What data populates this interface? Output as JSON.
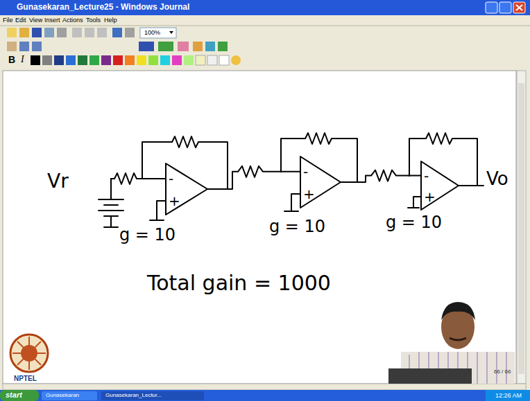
{
  "diagram": {
    "nodes": [
      {
        "text": [
          "-",
          "+"
        ]
      },
      {
        "text": [
          "-",
          "+"
        ]
      },
      {
        "text": [
          "-",
          "+"
        ]
      }
    ],
    "edges": [
      {
        "from": 0,
        "to": 1,
        "arrow": "none"
      },
      {
        "from": 1,
        "to": 2,
        "arrow": "none"
      }
    ],
    "labels": [
      "Gunasekaran_Lecture25 - Windows Journal",
      "File",
      "Edit",
      "View",
      "Insert",
      "Actions",
      "Tools",
      "Help",
      "100%",
      "B",
      "I",
      "Vr",
      "g = 10",
      "g = 10",
      "g = 10",
      "Total gain = 1000",
      "Vo",
      "66 / 66",
      "NPTEL",
      "start",
      "Gunasekaran",
      "Gunasekaran_Lectur...",
      "12:26 AM"
    ]
  }
}
